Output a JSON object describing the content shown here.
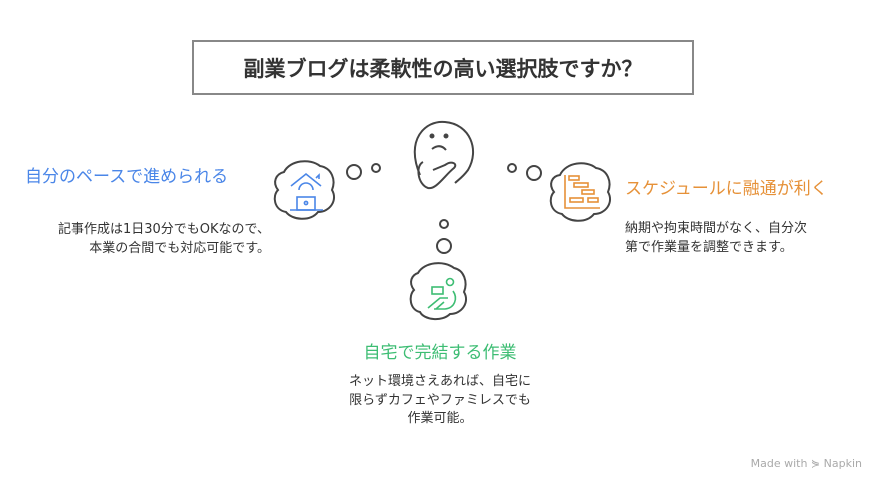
{
  "title": "副業ブログは柔軟性の高い選択肢ですか？",
  "options": [
    {
      "heading": "自分のペースで進められる",
      "lines": [
        "記事作成は1日30分でもOKなので、",
        "本業の合間でも対応可能です。"
      ],
      "color": "#4a86e8",
      "icon": "home-office-icon"
    },
    {
      "heading": "スケジュールに融通が利く",
      "lines": [
        "納期や拘束時間がなく、自分次",
        "第で作業量を調整できます。"
      ],
      "color": "#e69138",
      "icon": "gantt-chart-icon"
    },
    {
      "heading": "自宅で完結する作業",
      "lines": [
        "ネット環境さえあれば、自宅に",
        "限らずカフェやファミレスでも",
        "作業可能。"
      ],
      "color": "#3dbd73",
      "icon": "relaxed-laptop-icon"
    }
  ],
  "branding": "Made with ⋟ Napkin"
}
